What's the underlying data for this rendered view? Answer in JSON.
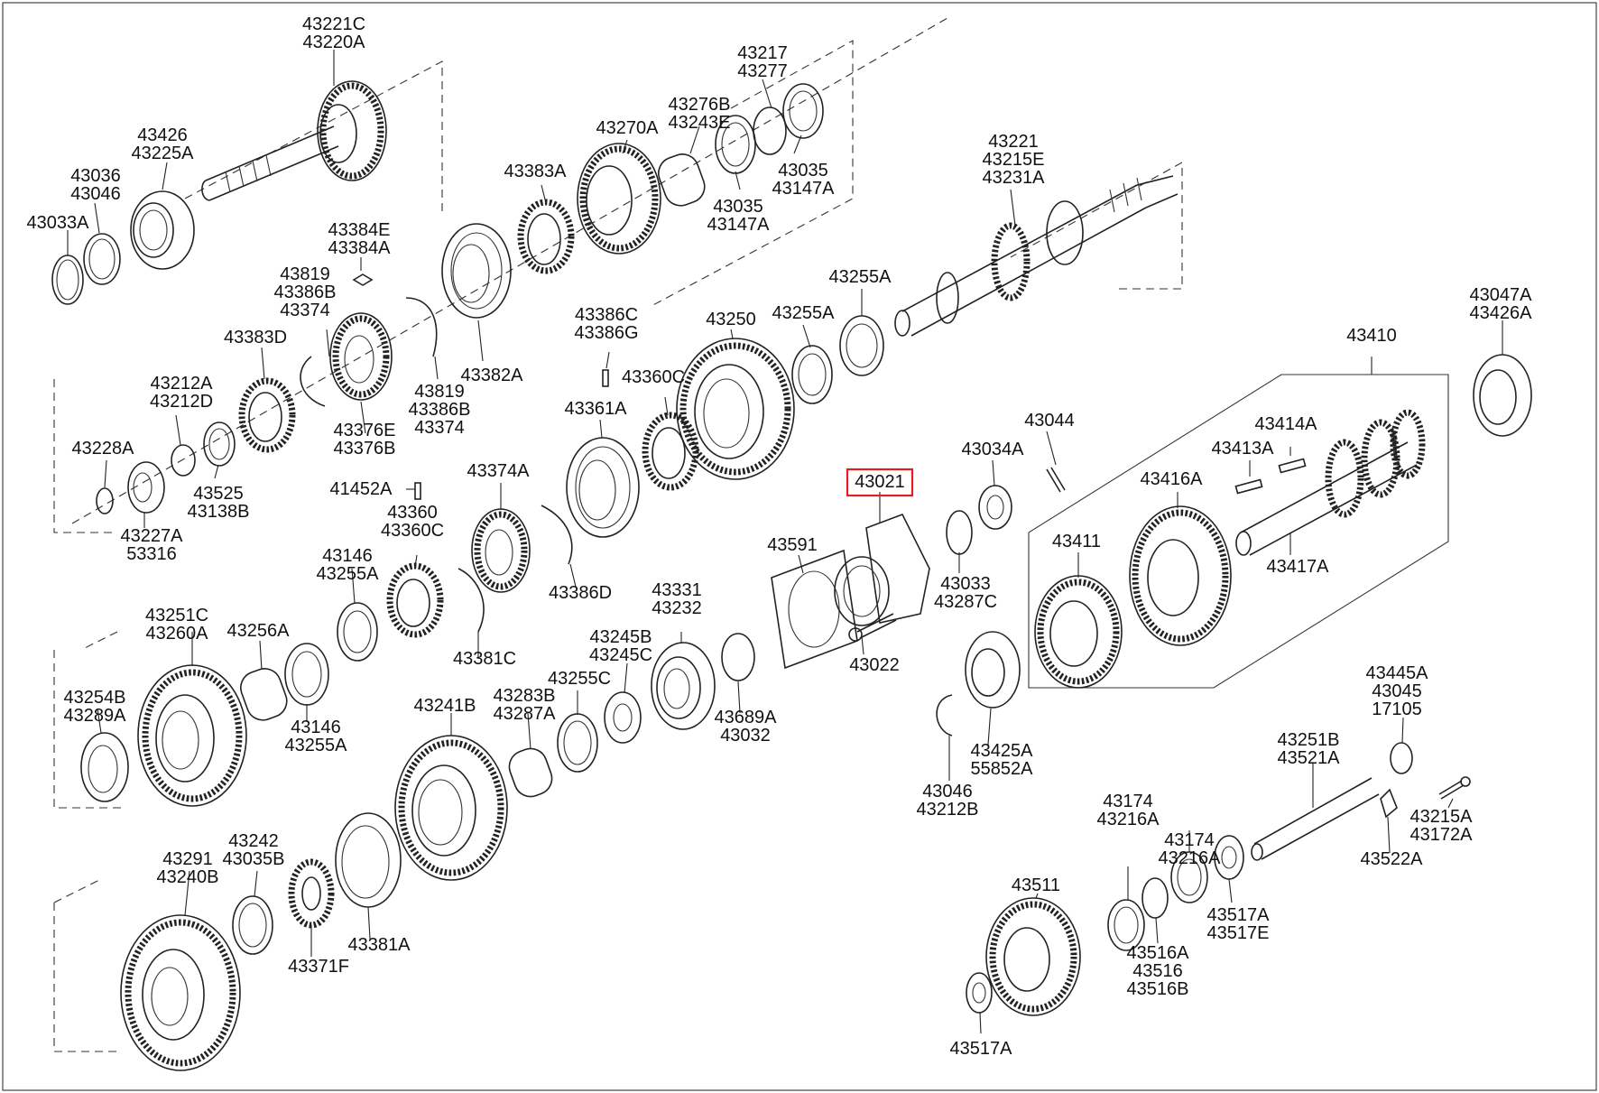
{
  "diagram": {
    "highlighted_part": "43021",
    "labels": [
      {
        "id": "p-43221c",
        "lines": [
          "43221C",
          "43220A"
        ]
      },
      {
        "id": "p-43217",
        "lines": [
          "43217",
          "43277"
        ]
      },
      {
        "id": "p-43276b",
        "lines": [
          "43276B",
          "43243E"
        ]
      },
      {
        "id": "p-43270a",
        "lines": [
          "43270A"
        ]
      },
      {
        "id": "p-43035-1",
        "lines": [
          "43035",
          "43147A"
        ]
      },
      {
        "id": "p-43035-2",
        "lines": [
          "43035",
          "43147A"
        ]
      },
      {
        "id": "p-43426",
        "lines": [
          "43426",
          "43225A"
        ]
      },
      {
        "id": "p-43036",
        "lines": [
          "43036",
          "43046"
        ]
      },
      {
        "id": "p-43033a",
        "lines": [
          "43033A"
        ]
      },
      {
        "id": "p-43383a",
        "lines": [
          "43383A"
        ]
      },
      {
        "id": "p-43221",
        "lines": [
          "43221",
          "43215E",
          "43231A"
        ]
      },
      {
        "id": "p-43384e",
        "lines": [
          "43384E",
          "43384A"
        ]
      },
      {
        "id": "p-43819-1",
        "lines": [
          "43819",
          "43386B",
          "43374"
        ]
      },
      {
        "id": "p-43383d",
        "lines": [
          "43383D"
        ]
      },
      {
        "id": "p-43382a",
        "lines": [
          "43382A"
        ]
      },
      {
        "id": "p-43819-2",
        "lines": [
          "43819",
          "43386B",
          "43374"
        ]
      },
      {
        "id": "p-43376e",
        "lines": [
          "43376E",
          "43376B"
        ]
      },
      {
        "id": "p-43386c",
        "lines": [
          "43386C",
          "43386G"
        ]
      },
      {
        "id": "p-43250",
        "lines": [
          "43250"
        ]
      },
      {
        "id": "p-43255a-1",
        "lines": [
          "43255A"
        ]
      },
      {
        "id": "p-43255a-2",
        "lines": [
          "43255A"
        ]
      },
      {
        "id": "p-43047a",
        "lines": [
          "43047A",
          "43426A"
        ]
      },
      {
        "id": "p-43410",
        "lines": [
          "43410"
        ]
      },
      {
        "id": "p-43212a",
        "lines": [
          "43212A",
          "43212D"
        ]
      },
      {
        "id": "p-43360c",
        "lines": [
          "43360C"
        ]
      },
      {
        "id": "p-43361a",
        "lines": [
          "43361A"
        ]
      },
      {
        "id": "p-43228a",
        "lines": [
          "43228A"
        ]
      },
      {
        "id": "p-43525",
        "lines": [
          "43525",
          "43138B"
        ]
      },
      {
        "id": "p-43227a",
        "lines": [
          "43227A",
          "53316"
        ]
      },
      {
        "id": "p-41452a",
        "lines": [
          "41452A"
        ]
      },
      {
        "id": "p-43374a",
        "lines": [
          "43374A"
        ]
      },
      {
        "id": "p-43044",
        "lines": [
          "43044"
        ]
      },
      {
        "id": "p-43034a",
        "lines": [
          "43034A"
        ]
      },
      {
        "id": "p-43414a",
        "lines": [
          "43414A"
        ]
      },
      {
        "id": "p-43413a",
        "lines": [
          "43413A"
        ]
      },
      {
        "id": "p-43416a",
        "lines": [
          "43416A"
        ]
      },
      {
        "id": "p-43021",
        "lines": [
          "43021"
        ]
      },
      {
        "id": "p-43360",
        "lines": [
          "43360",
          "43360C"
        ]
      },
      {
        "id": "p-43591",
        "lines": [
          "43591"
        ]
      },
      {
        "id": "p-43411",
        "lines": [
          "43411"
        ]
      },
      {
        "id": "p-43417a",
        "lines": [
          "43417A"
        ]
      },
      {
        "id": "p-43146-1",
        "lines": [
          "43146",
          "43255A"
        ]
      },
      {
        "id": "p-43033",
        "lines": [
          "43033",
          "43287C"
        ]
      },
      {
        "id": "p-43386d",
        "lines": [
          "43386D"
        ]
      },
      {
        "id": "p-43251c",
        "lines": [
          "43251C",
          "43260A"
        ]
      },
      {
        "id": "p-43256a",
        "lines": [
          "43256A"
        ]
      },
      {
        "id": "p-43331",
        "lines": [
          "43331",
          "43232"
        ]
      },
      {
        "id": "p-43245b",
        "lines": [
          "43245B",
          "43245C"
        ]
      },
      {
        "id": "p-43022",
        "lines": [
          "43022"
        ]
      },
      {
        "id": "p-43381c",
        "lines": [
          "43381C"
        ]
      },
      {
        "id": "p-43254b",
        "lines": [
          "43254B",
          "43289A"
        ]
      },
      {
        "id": "p-43283b",
        "lines": [
          "43283B",
          "43287A"
        ]
      },
      {
        "id": "p-43255c",
        "lines": [
          "43255C"
        ]
      },
      {
        "id": "p-43241b",
        "lines": [
          "43241B"
        ]
      },
      {
        "id": "p-43689a",
        "lines": [
          "43689A",
          "43032"
        ]
      },
      {
        "id": "p-43146-2",
        "lines": [
          "43146",
          "43255A"
        ]
      },
      {
        "id": "p-43425a",
        "lines": [
          "43425A",
          "55852A"
        ]
      },
      {
        "id": "p-43445a",
        "lines": [
          "43445A",
          "43045",
          "17105"
        ]
      },
      {
        "id": "p-43251b",
        "lines": [
          "43251B",
          "43521A"
        ]
      },
      {
        "id": "p-43046",
        "lines": [
          "43046",
          "43212B"
        ]
      },
      {
        "id": "p-43174-1",
        "lines": [
          "43174",
          "43216A"
        ]
      },
      {
        "id": "p-43215a",
        "lines": [
          "43215A",
          "43172A"
        ]
      },
      {
        "id": "p-43174-2",
        "lines": [
          "43174",
          "43216A"
        ]
      },
      {
        "id": "p-43522a",
        "lines": [
          "43522A"
        ]
      },
      {
        "id": "p-43291",
        "lines": [
          "43291",
          "43240B"
        ]
      },
      {
        "id": "p-43242",
        "lines": [
          "43242",
          "43035B"
        ]
      },
      {
        "id": "p-43511",
        "lines": [
          "43511"
        ]
      },
      {
        "id": "p-43517a-1",
        "lines": [
          "43517A",
          "43517E"
        ]
      },
      {
        "id": "p-43381a",
        "lines": [
          "43381A"
        ]
      },
      {
        "id": "p-43371f",
        "lines": [
          "43371F"
        ]
      },
      {
        "id": "p-43516a",
        "lines": [
          "43516A",
          "43516",
          "43516B"
        ]
      },
      {
        "id": "p-43517a-2",
        "lines": [
          "43517A"
        ]
      }
    ]
  }
}
